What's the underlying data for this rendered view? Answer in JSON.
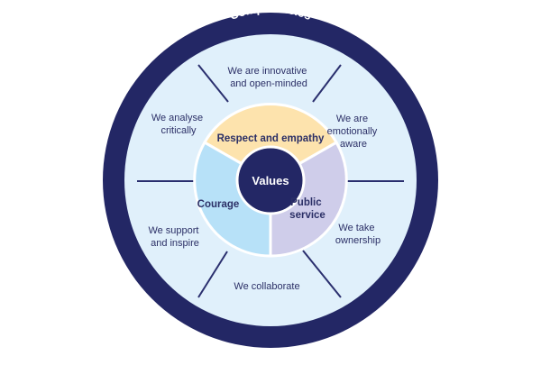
{
  "ring_title": "Competencies",
  "center": {
    "label": "Values"
  },
  "values": [
    {
      "id": "respect",
      "label_lines": [
        "Respect and empathy"
      ]
    },
    {
      "id": "public",
      "label_lines": [
        "Public",
        "service"
      ]
    },
    {
      "id": "courage",
      "label_lines": [
        "Courage"
      ]
    }
  ],
  "competencies": [
    {
      "id": "innovative",
      "label_lines": [
        "We are innovative",
        "and open-minded"
      ]
    },
    {
      "id": "emotionally",
      "label_lines": [
        "We are",
        "emotionally",
        "aware"
      ]
    },
    {
      "id": "ownership",
      "label_lines": [
        "We take",
        "ownership"
      ]
    },
    {
      "id": "collaborate",
      "label_lines": [
        "We collaborate"
      ]
    },
    {
      "id": "support",
      "label_lines": [
        "We support",
        "and inspire"
      ]
    },
    {
      "id": "analyse",
      "label_lines": [
        "We analyse",
        "critically"
      ]
    }
  ],
  "colors": {
    "navy": "#232765",
    "outer_fill": "#e0f0fb",
    "divider": "#2a2f6e",
    "text_dark": "#2b2f66",
    "respect_fill": "#fde3ad",
    "public_fill": "#cfcdea",
    "courage_fill": "#b7e1f8",
    "white": "#ffffff"
  }
}
